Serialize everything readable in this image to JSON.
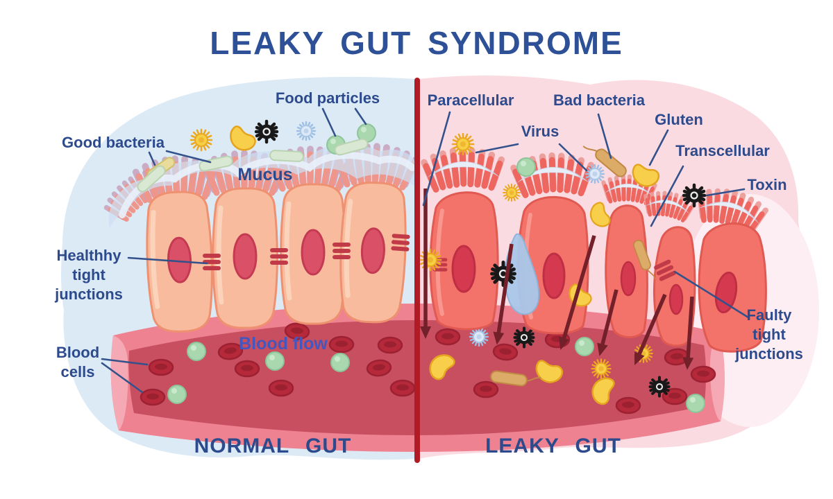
{
  "title": "LEAKY GUT SYNDROME",
  "left_panel": {
    "caption": "NORMAL GUT",
    "labels": {
      "food_particles": "Food particles",
      "good_bacteria": "Good bacteria",
      "mucus": "Mucus",
      "healthy_junctions_line1": "Healthhy",
      "healthy_junctions_line2": "tight",
      "healthy_junctions_line3": "junctions",
      "blood_cells_line1": "Blood",
      "blood_cells_line2": "cells",
      "blood_flow": "Blood flow"
    }
  },
  "right_panel": {
    "caption": "LEAKY GUT",
    "labels": {
      "paracellular": "Paracellular",
      "virus": "Virus",
      "bad_bacteria": "Bad bacteria",
      "gluten": "Gluten",
      "transcellular": "Transcellular",
      "toxin": "Toxin",
      "faulty_junctions_line1": "Faulty",
      "faulty_junctions_line2": "tight",
      "faulty_junctions_line3": "junctions"
    }
  },
  "colors": {
    "title_blue": "#2e5097",
    "label_blue": "#2c4a8c",
    "blood_flow_blue": "#4556bc",
    "divider_red": "#b01b26",
    "left_background": "#dceaf6",
    "right_background": "#fbdbe2",
    "right_halo": "#fdeef3",
    "vessel_wall": "#ef8290",
    "vessel_cap": "#f5a9b4",
    "vessel_lumen": "#c84f60",
    "normal_cell": "#f9bb9e",
    "normal_cell_outline": "#ee9170",
    "leaky_cell": "#f3726a",
    "leaky_cell_outline": "#e05a52",
    "nucleus": "#d84b60",
    "tight_junction": "#c13a48",
    "mucus_blue": "#cfdff2",
    "arrow_maroon": "#73202a",
    "red_blood_cell": "#b5293a",
    "food_particle_green": "#a9d8ae",
    "gluten_yellow": "#f6cf45",
    "toxin_black": "#191919",
    "virus_blue_fill": "#dde9f7",
    "bad_bacteria_tan": "#dcab67",
    "good_bacteria_green": "#d9e8d2"
  }
}
